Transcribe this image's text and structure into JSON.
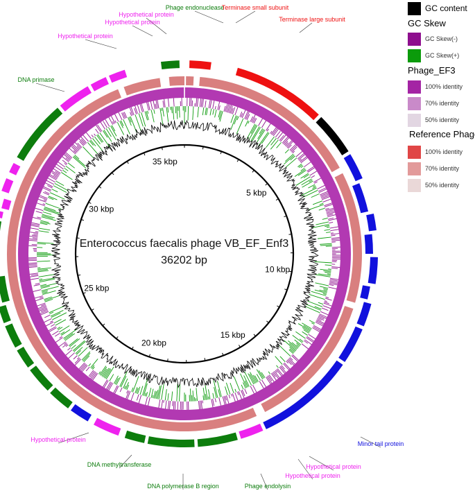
{
  "center": {
    "name": "Enterococcus faecalis phage VB_EF_Enf3",
    "length": "36202 bp"
  },
  "genome_length": 36202,
  "kbp_ticks": [
    {
      "pos": 5000,
      "label": "5 kbp"
    },
    {
      "pos": 10000,
      "label": "10 kbp"
    },
    {
      "pos": 15000,
      "label": "15 kbp"
    },
    {
      "pos": 20000,
      "label": "20 kbp"
    },
    {
      "pos": 25000,
      "label": "25 kbp"
    },
    {
      "pos": 30000,
      "label": "30 kbp"
    },
    {
      "pos": 35000,
      "label": "35 kbp"
    }
  ],
  "colors": {
    "gc_content": "#000000",
    "gc_minus": "#8e0f8e",
    "gc_plus": "#0b9b0b",
    "ef3_ring": "#b239b2",
    "ref_ring": "#d97f7f",
    "red": "#ee1111",
    "green": "#0d7d0d",
    "magenta": "#ee22ee",
    "blue": "#1111dd",
    "black": "#000000"
  },
  "legend": {
    "gc_content": "GC content",
    "gc_skew_title": "GC Skew",
    "gc_minus": "GC Skew(-)",
    "gc_plus": "GC Skew(+)",
    "ef3_title": "Phage_EF3",
    "ef3_items": [
      {
        "label": "100% identity",
        "color": "#a424a4"
      },
      {
        "label": "70% identity",
        "color": "#c98ac9"
      },
      {
        "label": "50% identity",
        "color": "#e2d6e2"
      }
    ],
    "ref_title": "Reference Phage",
    "ref_items": [
      {
        "label": "100% identity",
        "color": "#e04646"
      },
      {
        "label": "70% identity",
        "color": "#e29a9a"
      },
      {
        "label": "50% identity",
        "color": "#ead8d8"
      }
    ]
  },
  "annotations": [
    {
      "label": "Phage endonuclease",
      "color": "#0d7d0d"
    },
    {
      "label": "Terminase small subunit",
      "color": "#ee1111"
    },
    {
      "label": "Terminase large subunit",
      "color": "#ee1111"
    },
    {
      "label": "Hypothetical protein",
      "color": "#ee22ee"
    },
    {
      "label": "Hypothetical protein",
      "color": "#ee22ee"
    },
    {
      "label": "Hypothetical protein",
      "color": "#ee22ee"
    },
    {
      "label": "DNA primase",
      "color": "#0d7d0d"
    },
    {
      "label": "Hypothetical protein",
      "color": "#ee22ee"
    },
    {
      "label": "DNA methyltransferase",
      "color": "#0d7d0d"
    },
    {
      "label": "DNA polymerase B region",
      "color": "#0d7d0d"
    },
    {
      "label": "Phage endolysin",
      "color": "#0d7d0d"
    },
    {
      "label": "Hypothetical protein",
      "color": "#ee22ee"
    },
    {
      "label": "Hypothetical protein",
      "color": "#ee22ee"
    },
    {
      "label": "Minor tail protein",
      "color": "#1111dd"
    }
  ]
}
